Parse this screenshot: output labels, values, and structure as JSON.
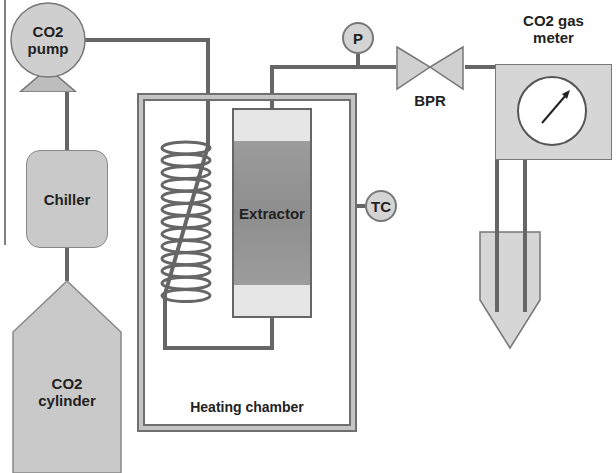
{
  "diagram": {
    "nodes": [
      {
        "text": [
          "CO2 pump"
        ]
      },
      {
        "text": [
          "P"
        ]
      },
      {
        "text": [
          "BPR"
        ]
      },
      {
        "text": [
          "CO2 gas meter"
        ]
      },
      {
        "text": [
          "Chiller"
        ]
      },
      {
        "text": [
          "Heating chamber"
        ]
      },
      {
        "text": [
          "Extractor"
        ],
        "in": 5
      },
      {
        "text": [
          "TC"
        ]
      },
      {
        "text": [
          "CO2 cylinder"
        ]
      }
    ],
    "edges": [
      {
        "from": 8,
        "to": 4,
        "arrow": "none"
      },
      {
        "from": 4,
        "to": 0,
        "arrow": "none"
      },
      {
        "from": 0,
        "to": 6,
        "arrow": "none"
      },
      {
        "from": 6,
        "to": 2,
        "arrow": "none"
      },
      {
        "from": 5,
        "to": 7,
        "arrow": "none"
      }
    ]
  }
}
